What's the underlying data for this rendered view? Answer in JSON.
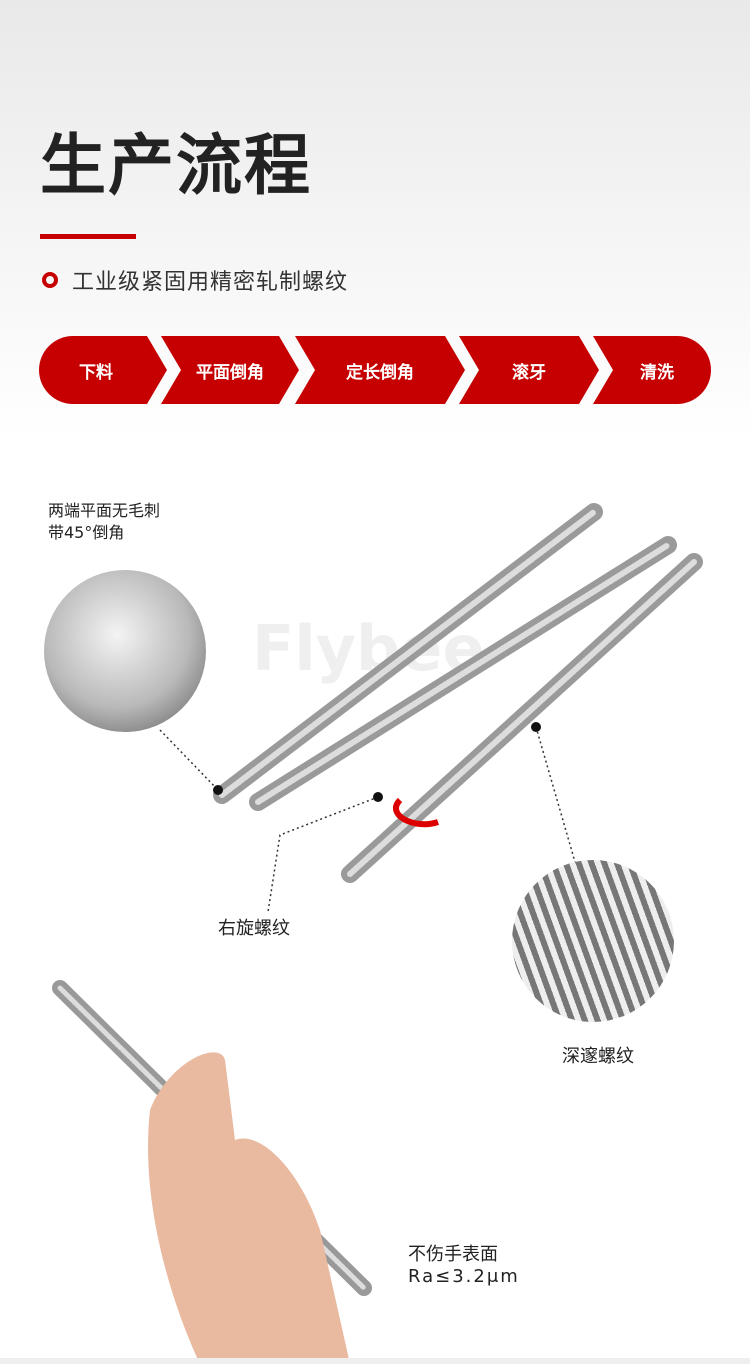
{
  "header": {
    "title": "生产流程",
    "subtitle": "工业级紧固用精密轧制螺纹"
  },
  "process_steps": [
    "下料",
    "平面倒角",
    "定长倒角",
    "滚牙",
    "清洗"
  ],
  "callouts": {
    "end_face": [
      "两端平面无毛刺",
      "带45°倒角"
    ],
    "right_hand": "右旋螺纹",
    "deep_thread": "深邃螺纹",
    "surface": [
      "不伤手表面",
      "Ra≤3.2μm"
    ]
  },
  "watermark": "Flybee",
  "colors": {
    "accent": "#c60000"
  }
}
